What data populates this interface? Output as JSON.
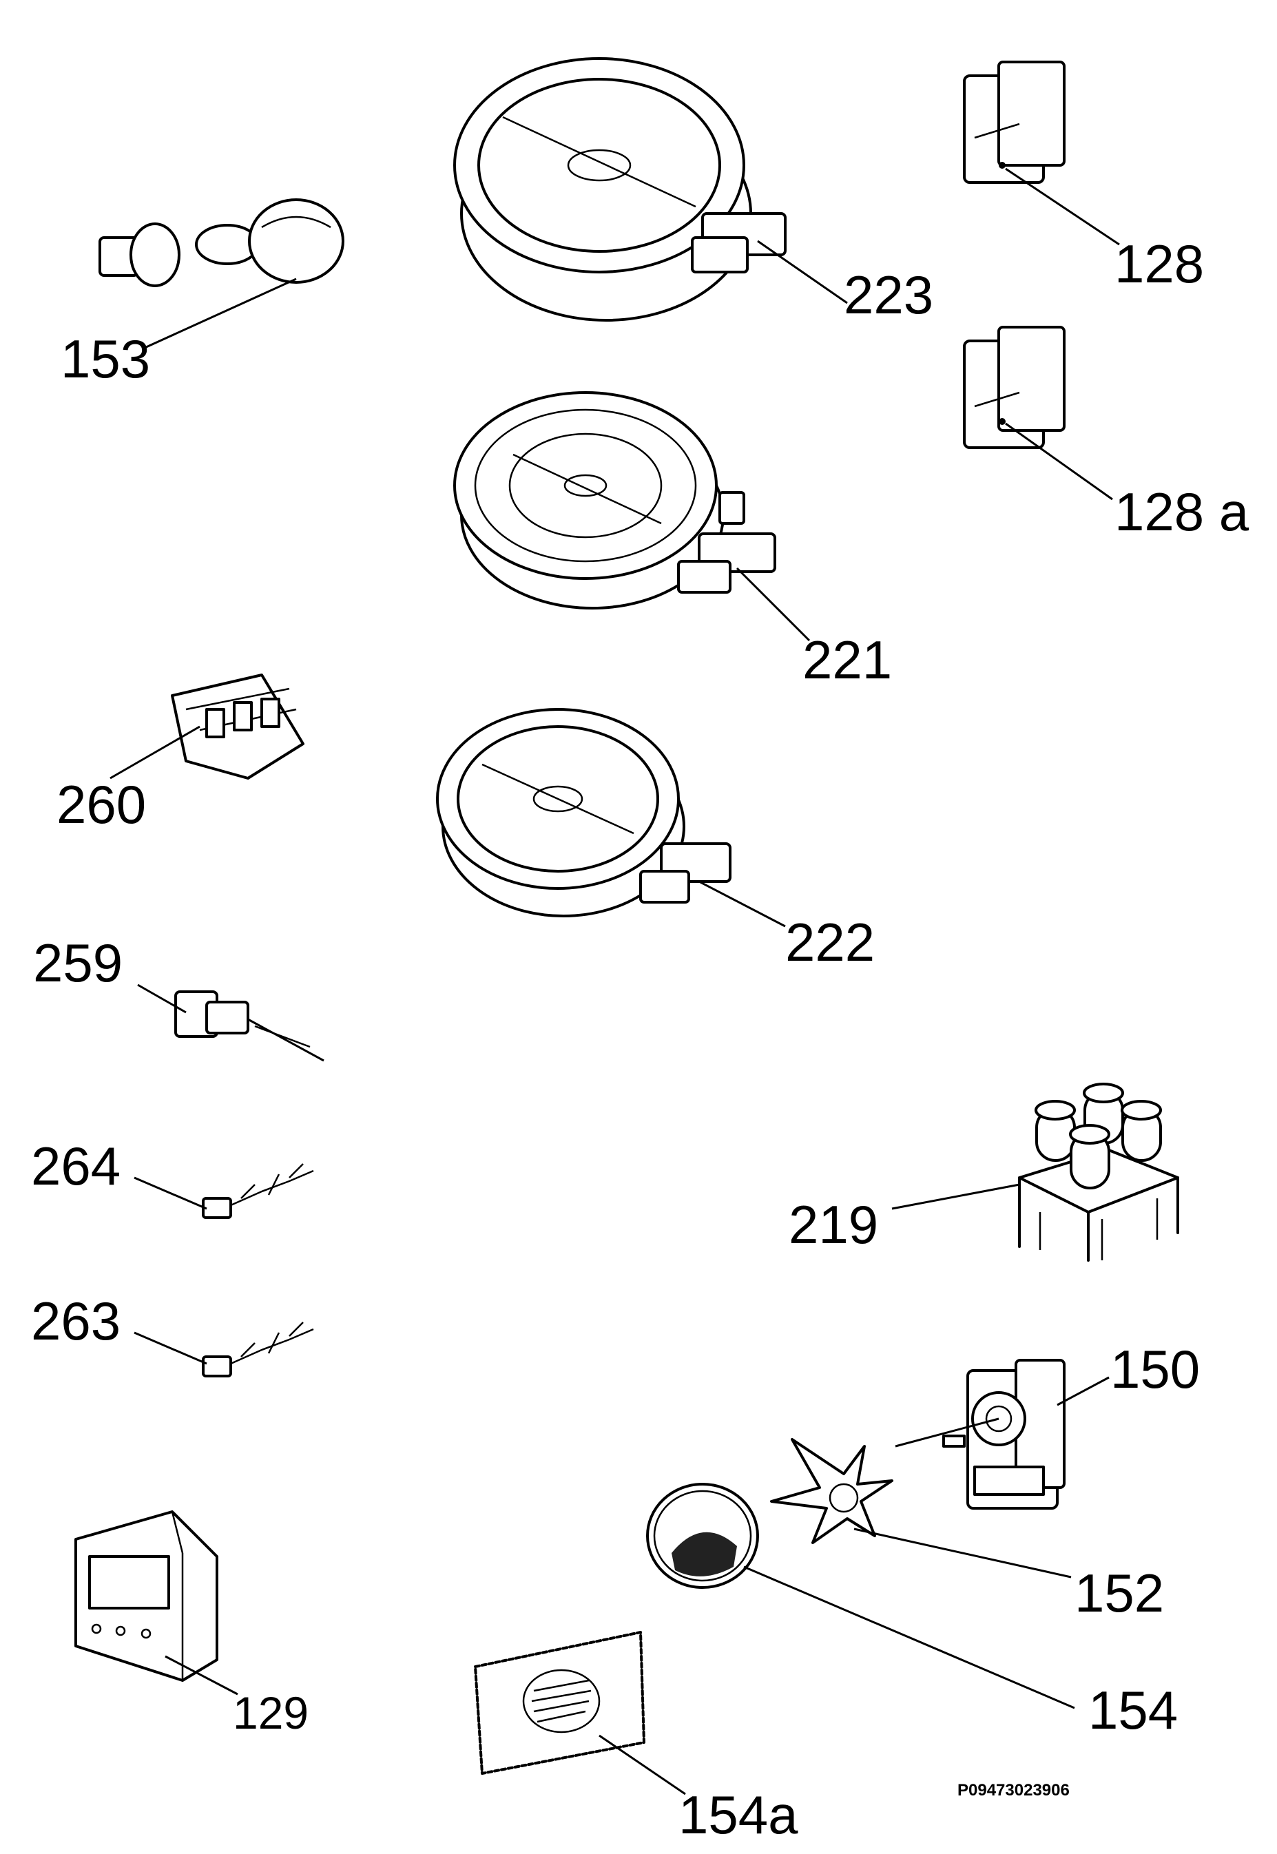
{
  "callouts": {
    "c153": "153",
    "c223": "223",
    "c128": "128",
    "c128a": "128 a",
    "c221": "221",
    "c260": "260",
    "c222": "222",
    "c259": "259",
    "c264": "264",
    "c263": "263",
    "c219": "219",
    "c150": "150",
    "c152": "152",
    "c154": "154",
    "c154a": "154a",
    "c129": "129"
  },
  "reference_code": "P09473023906"
}
